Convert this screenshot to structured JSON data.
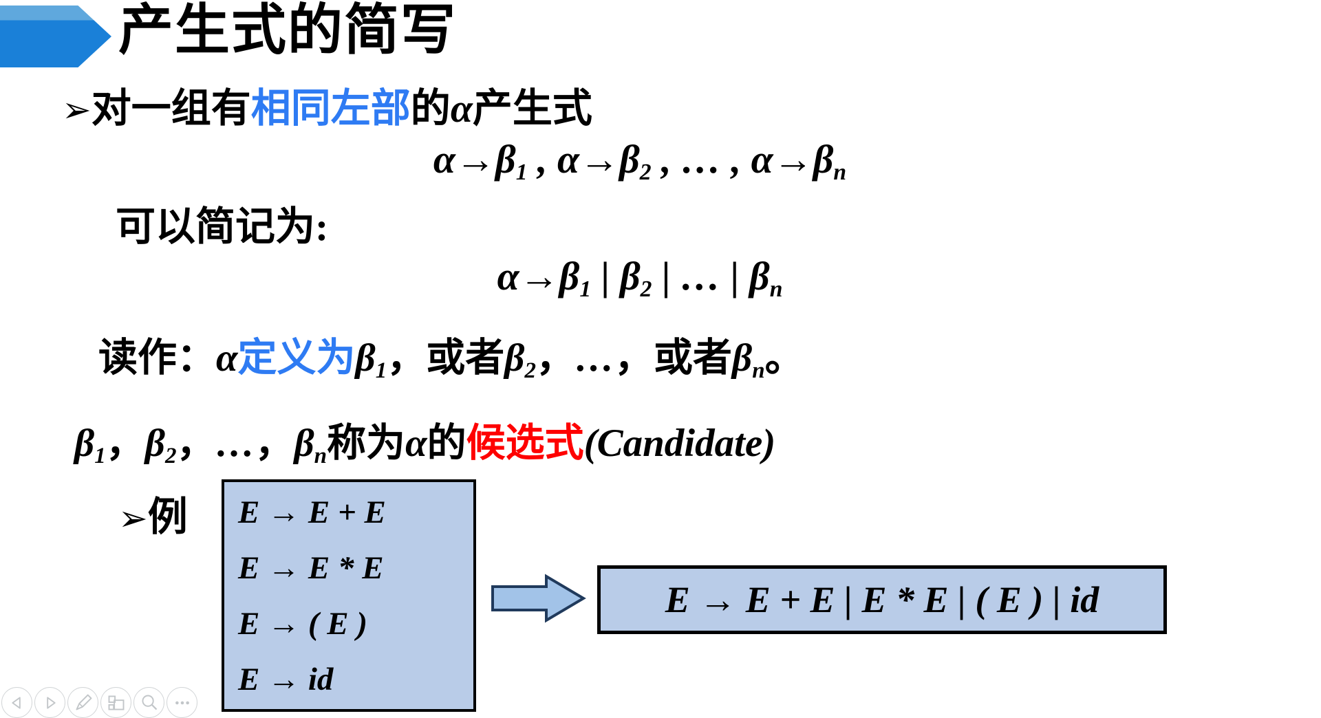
{
  "slide": {
    "title": "产生式的简写",
    "bullet1": {
      "marker": "➢",
      "pre": "对一组有",
      "highlight": "相同左部",
      "mid": "的",
      "alpha": "α",
      "post": "产生式"
    },
    "formula1": {
      "a": "α→β",
      "s1": "1",
      "b": " , α→β",
      "s2": "2",
      "c": " , … , α→β",
      "sn": "n"
    },
    "lead_in": "可以简记为:",
    "formula2": {
      "a": "α→β",
      "s1": "1",
      "b": " | β",
      "s2": "2",
      "c": " | … | β",
      "sn": "n"
    },
    "read_line": {
      "label": "读作：",
      "alpha": "α",
      "defined_as": "定义为",
      "b1": "β",
      "sub1": "1",
      "c1": "，",
      "or1": "或者",
      "b2": "β",
      "sub2": "2",
      "c2": "，",
      "dots": "…",
      "c3": "，",
      "or2": "或者",
      "bn": "β",
      "subn": "n",
      "end": "。"
    },
    "candidate_line": {
      "b1": "β",
      "sub1": "1",
      "c1": "，",
      "b2": "β",
      "sub2": "2",
      "c2": "，",
      "dots": "…",
      "c3": "，",
      "bn": "β",
      "subn": "n",
      "called": "称为",
      "alpha": "α",
      "of": "的",
      "candidate_cn": "候选式",
      "candidate_en": "(Candidate)"
    },
    "example": {
      "marker": "➢",
      "label": "例",
      "box_lines": [
        "E → E + E",
        "E → E * E",
        "E → ( E )",
        "E → id"
      ],
      "result": "E → E + E | E * E | ( E ) | id"
    },
    "colors": {
      "highlight_blue": "#2e7bf3",
      "highlight_red": "#fe0000",
      "box_background": "#b9cce8",
      "deco_light_blue": "#5fa8dd",
      "deco_dark_blue": "#1a80d8",
      "implies_arrow_fill": "#a2c3e8",
      "implies_arrow_stroke": "#203a5c"
    }
  },
  "toolbar": {
    "buttons": [
      "previous-slide",
      "next-slide",
      "pen",
      "slide-panel",
      "zoom",
      "more"
    ]
  }
}
